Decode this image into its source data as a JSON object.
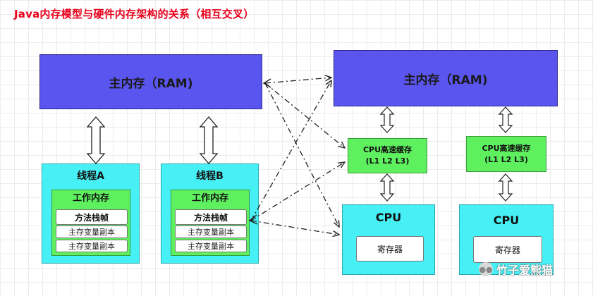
{
  "title": "Java内存模型与硬件内存架构的关系（相互交叉）",
  "left_ram_label": "主内存（RAM)",
  "right_ram_label": "主内存（RAM)",
  "threads": [
    {
      "name": "线程A",
      "work_memory": "工作内存",
      "stack_frame": "方法栈帧",
      "copies": [
        "主存变量副本",
        "主存变量副本"
      ]
    },
    {
      "name": "线程B",
      "work_memory": "工作内存",
      "stack_frame": "方法栈帧",
      "copies": [
        "主存变量副本",
        "主存变量副本"
      ]
    }
  ],
  "caches": [
    {
      "line1": "CPU高速缓存",
      "line2": "(L1 L2 L3)"
    },
    {
      "line1": "CPU高速缓存",
      "line2": "(L1 L2 L3)"
    }
  ],
  "cpus": [
    {
      "name": "CPU",
      "register": "寄存器"
    },
    {
      "name": "CPU",
      "register": "寄存器"
    }
  ],
  "watermark": {
    "text": "竹子爱熊猫",
    "icon": "wechat-icon"
  },
  "colors": {
    "title": "#e8001c",
    "ram": "#5b55f0",
    "thread_cpu": "#47f0f5",
    "work_cache": "#5ff05f"
  }
}
